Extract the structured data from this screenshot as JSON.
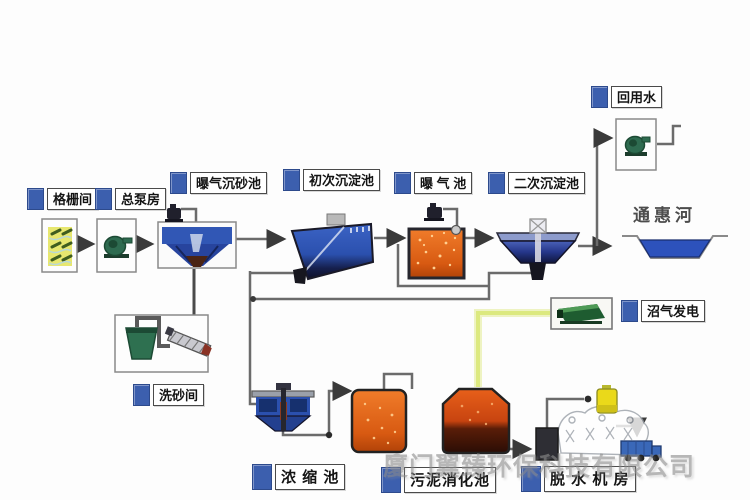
{
  "stations": {
    "grid_room": {
      "label": "格栅间"
    },
    "main_pump_house": {
      "label": "总泵房"
    },
    "aerated_grit_chamber": {
      "label": "曝气沉砂池"
    },
    "primary_sedimentation_tank": {
      "label": "初次沉淀池"
    },
    "aeration_tank": {
      "label": "曝 气 池"
    },
    "secondary_sedimentation_tank": {
      "label": "二次沉淀池"
    },
    "reuse_water": {
      "label": "回用水"
    },
    "biogas_power": {
      "label": "沼气发电"
    },
    "sand_washing_room": {
      "label": "洗砂间"
    },
    "thickening_tank": {
      "label": "浓 缩 池"
    },
    "sludge_digestion_tank": {
      "label": "污泥消化池"
    },
    "dewatering_room": {
      "label": "脱 水 机 房"
    }
  },
  "river": {
    "name": "通惠河"
  },
  "watermark": {
    "text": "厦门翼臻环保科技有限公司"
  },
  "icons": {
    "bar_screen_icon": "yellow hatched screen",
    "pump_icon": "green volute pump",
    "blower_icon": "dark air blower",
    "bucket_icon": "green sand bucket",
    "screw_conveyor_icon": "slanted screw conveyor",
    "generator_icon": "green biogas generator",
    "belt_press_icon": "sketched belt filter press",
    "canister_icon": "yellow polymer canister",
    "truck_icon": "blue sludge truck",
    "river_icon": "river cross-section"
  },
  "colors": {
    "label_blue": "#3c5fae",
    "pipe_gray": "#6b6b6b",
    "water_blue": "#2b50ae",
    "aeration_orange": "#e06820",
    "digester_orange": "#e8580f",
    "sludge_dark": "#2e0f08",
    "pump_green": "#2e6b50",
    "biogas_line": "#dce97f",
    "screen_yellow": "#e7e76f",
    "canister_yellow": "#e9d91c",
    "truck_blue": "#3a68b8"
  }
}
